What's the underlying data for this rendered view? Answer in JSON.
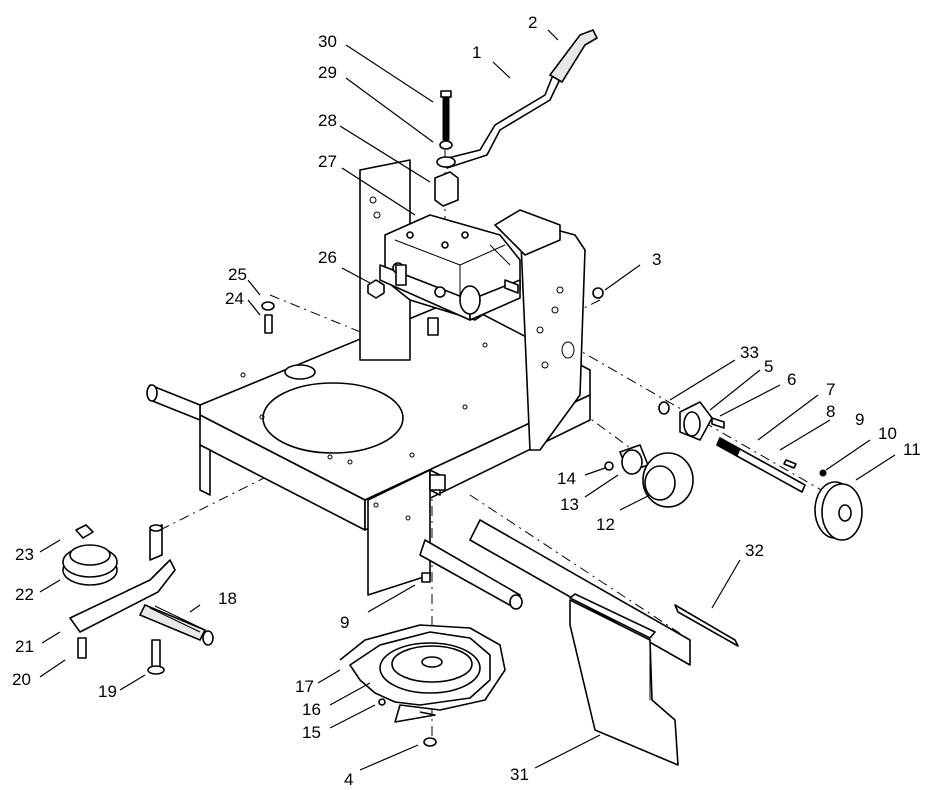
{
  "callouts": [
    "1",
    "2",
    "3",
    "4",
    "5",
    "6",
    "7",
    "8",
    "9",
    "9",
    "10",
    "11",
    "12",
    "13",
    "14",
    "15",
    "16",
    "17",
    "18",
    "19",
    "20",
    "21",
    "22",
    "23",
    "24",
    "25",
    "26",
    "27",
    "28",
    "29",
    "30",
    "31",
    "32",
    "33"
  ]
}
